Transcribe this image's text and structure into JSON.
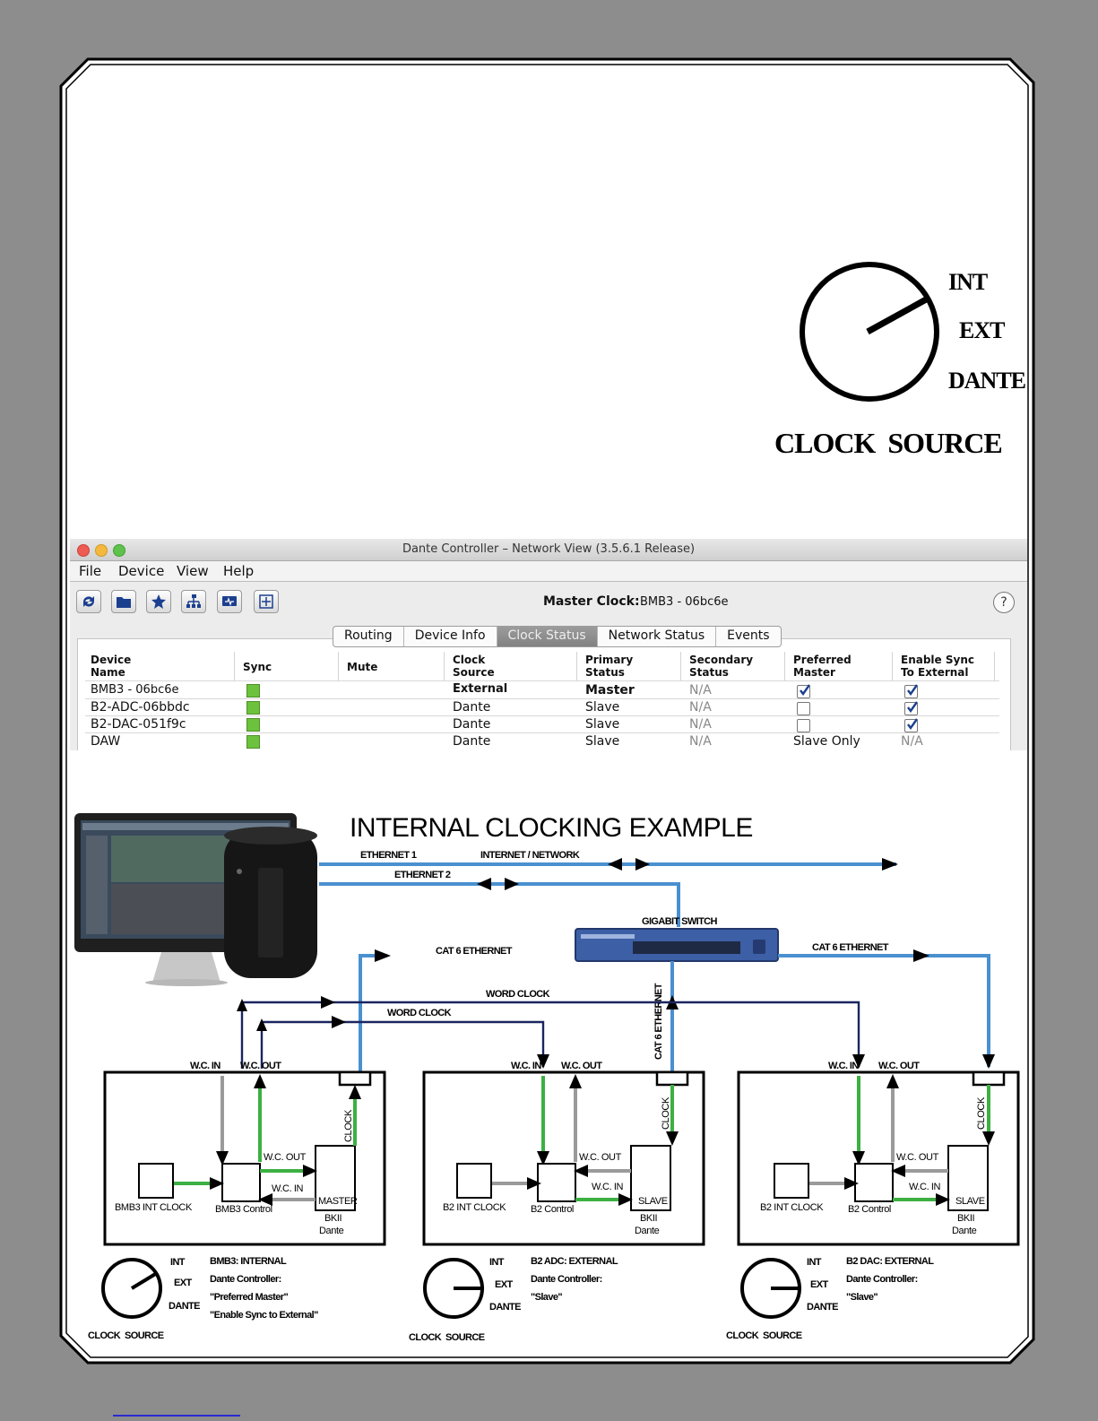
{
  "clock_source_knob": {
    "int": "INT",
    "ext": "EXT",
    "dante": "DANTE",
    "title": "CLOCK  SOURCE"
  },
  "dante_controller": {
    "title": "Dante Controller – Network View (3.5.6.1 Release)",
    "menu": [
      "File",
      "Device",
      "View",
      "Help"
    ],
    "toolbar_icons": [
      "refresh-icon",
      "folder-icon",
      "star-icon",
      "network-icon",
      "monitor-icon",
      "add-icon"
    ],
    "master_clock_label": "Master Clock:",
    "master_clock_value": "BMB3 - 06bc6e",
    "help_label": "?",
    "tabs": [
      "Routing",
      "Device Info",
      "Clock Status",
      "Network Status",
      "Events"
    ],
    "active_tab": "Clock Status",
    "columns": [
      [
        "Device",
        "Name"
      ],
      [
        "Sync",
        ""
      ],
      [
        "Mute",
        ""
      ],
      [
        "Clock",
        "Source"
      ],
      [
        "Primary",
        "Status"
      ],
      [
        "Secondary",
        "Status"
      ],
      [
        "Preferred",
        "Master"
      ],
      [
        "Enable Sync",
        "To External"
      ]
    ],
    "rows": [
      {
        "name": "BMB3 - 06bc6e",
        "clock_source": "External",
        "primary": "Master",
        "secondary": "N/A",
        "preferred_checked": true,
        "enable_sync_checked": true
      },
      {
        "name": "B2-ADC-06bbdc",
        "clock_source": "Dante",
        "primary": "Slave",
        "secondary": "N/A",
        "preferred_checked": false,
        "enable_sync_checked": true
      },
      {
        "name": "B2-DAC-051f9c",
        "clock_source": "Dante",
        "primary": "Slave",
        "secondary": "N/A",
        "preferred_checked": false,
        "enable_sync_checked": true
      },
      {
        "name": "DAW",
        "clock_source": "Dante",
        "primary": "Slave",
        "secondary": "N/A",
        "preferred_text": "Slave Only",
        "enable_sync_text": "N/A"
      }
    ]
  },
  "diagram": {
    "title": "INTERNAL CLOCKING EXAMPLE",
    "ethernet1": "ETHERNET 1",
    "internet": "INTERNET / NETWORK",
    "ethernet2": "ETHERNET 2",
    "switch": "GIGABIT SWITCH",
    "cat6_left": "CAT 6 ETHERNET",
    "cat6_right": "CAT 6 ETHERNET",
    "cat6_vertical": "CAT 6 ETHERNET",
    "word_clock_1": "WORD CLOCK",
    "word_clock_2": "WORD CLOCK",
    "wc_in": "W.C. IN",
    "wc_out": "W.C. OUT",
    "clock": "CLOCK",
    "master": "MASTER",
    "slave": "SLAVE",
    "bkii": "BKII",
    "dante": "Dante",
    "colors": {
      "ethernet": "#4a90d0",
      "word_clock": "#1a2560",
      "green": "#3cb043",
      "gray": "#9a9a9a"
    },
    "units": [
      {
        "int_clock": "BMB3 INT CLOCK",
        "control": "BMB3 Control",
        "role": "MASTER",
        "caption_title": "BMB3: INTERNAL",
        "caption_lines": [
          "Dante Controller:",
          "\"Preferred Master\"",
          "\"Enable Sync to External\""
        ],
        "knob": "INT"
      },
      {
        "int_clock": "B2 INT CLOCK",
        "control": "B2 Control",
        "role": "SLAVE",
        "caption_title": "B2 ADC: EXTERNAL",
        "caption_lines": [
          "Dante Controller:",
          "\"Slave\""
        ],
        "knob": "EXT"
      },
      {
        "int_clock": "B2 INT CLOCK",
        "control": "B2 Control",
        "role": "SLAVE",
        "caption_title": "B2 DAC: EXTERNAL",
        "caption_lines": [
          "Dante Controller:",
          "\"Slave\""
        ],
        "knob": "EXT"
      }
    ],
    "knob_labels": {
      "int": "INT",
      "ext": "EXT",
      "dante": "DANTE",
      "source": "CLOCK  SOURCE"
    }
  }
}
